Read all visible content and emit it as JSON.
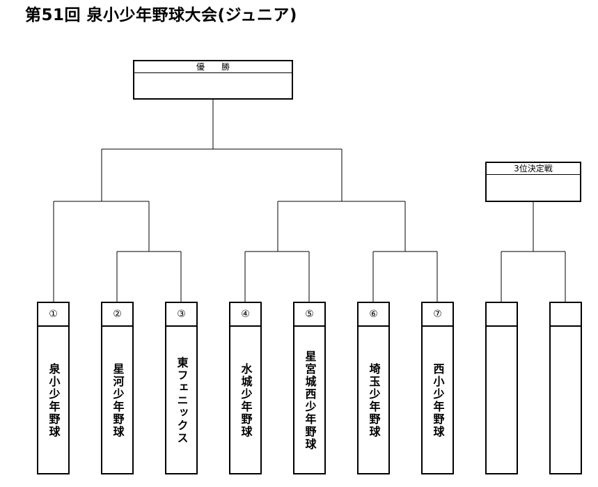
{
  "title": "第51回 泉小少年野球大会(ジュニア)",
  "champion": {
    "label": "優　　勝",
    "winner": ""
  },
  "third_place": {
    "label": "3位決定戦",
    "winner": ""
  },
  "teams": [
    {
      "seed": "①",
      "name": "泉小少年野球"
    },
    {
      "seed": "②",
      "name": "星河少年野球"
    },
    {
      "seed": "③",
      "name": "東フェニックス"
    },
    {
      "seed": "④",
      "name": "水城少年野球"
    },
    {
      "seed": "⑤",
      "name": "星宮城西少年野球"
    },
    {
      "seed": "⑥",
      "name": "埼玉少年野球"
    },
    {
      "seed": "⑦",
      "name": "西小少年野球"
    },
    {
      "seed": "",
      "name": ""
    },
    {
      "seed": "",
      "name": ""
    }
  ]
}
